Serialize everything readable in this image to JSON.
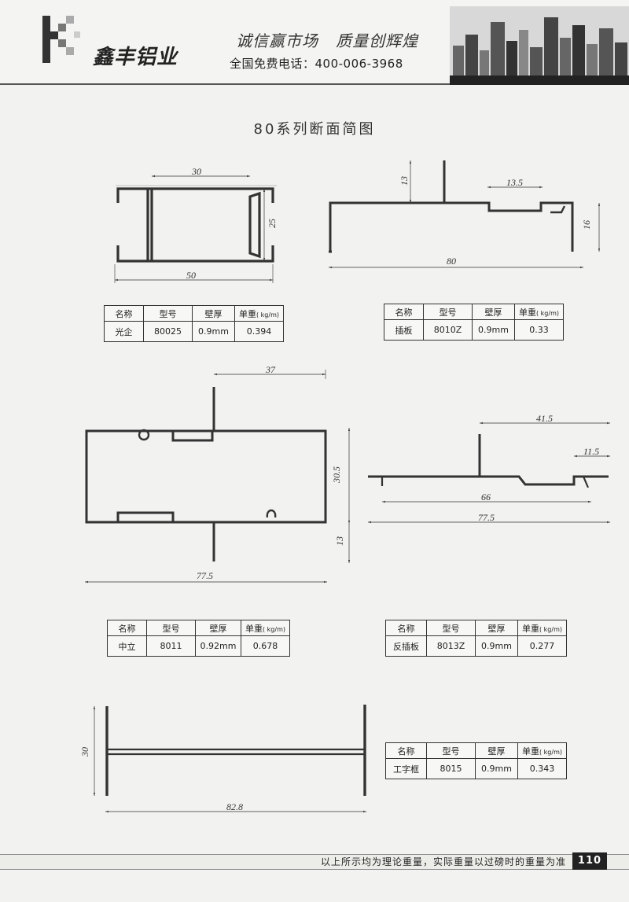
{
  "header": {
    "brand": "鑫丰铝业",
    "slogan": "诚信赢市场   质量创辉煌",
    "hotline": "全国免费电话：400-006-3968"
  },
  "page_title": "80系列断面简图",
  "table_header": {
    "name": "名称",
    "model": "型号",
    "thickness": "壁厚",
    "unit_weight": "单重",
    "unit": "( kg/m)"
  },
  "profiles": [
    {
      "name": "光企",
      "model": "80025",
      "thickness": "0.9mm",
      "unit_weight": "0.394",
      "dims": [
        "30",
        "25",
        "50"
      ]
    },
    {
      "name": "插板",
      "model": "8010Z",
      "thickness": "0.9mm",
      "unit_weight": "0.33",
      "dims": [
        "13",
        "13.5",
        "16",
        "80"
      ]
    },
    {
      "name": "中立",
      "model": "8011",
      "thickness": "0.92mm",
      "unit_weight": "0.678",
      "dims": [
        "37",
        "30.5",
        "13",
        "77.5"
      ]
    },
    {
      "name": "反插板",
      "model": "8013Z",
      "thickness": "0.9mm",
      "unit_weight": "0.277",
      "dims": [
        "41.5",
        "11.5",
        "66",
        "77.5"
      ]
    },
    {
      "name": "工字框",
      "model": "8015",
      "thickness": "0.9mm",
      "unit_weight": "0.343",
      "dims": [
        "30",
        "82.8"
      ]
    }
  ],
  "footer": {
    "note": "以上所示均为理论重量，实际重量以过磅时的重量为准",
    "page_number": "110"
  }
}
